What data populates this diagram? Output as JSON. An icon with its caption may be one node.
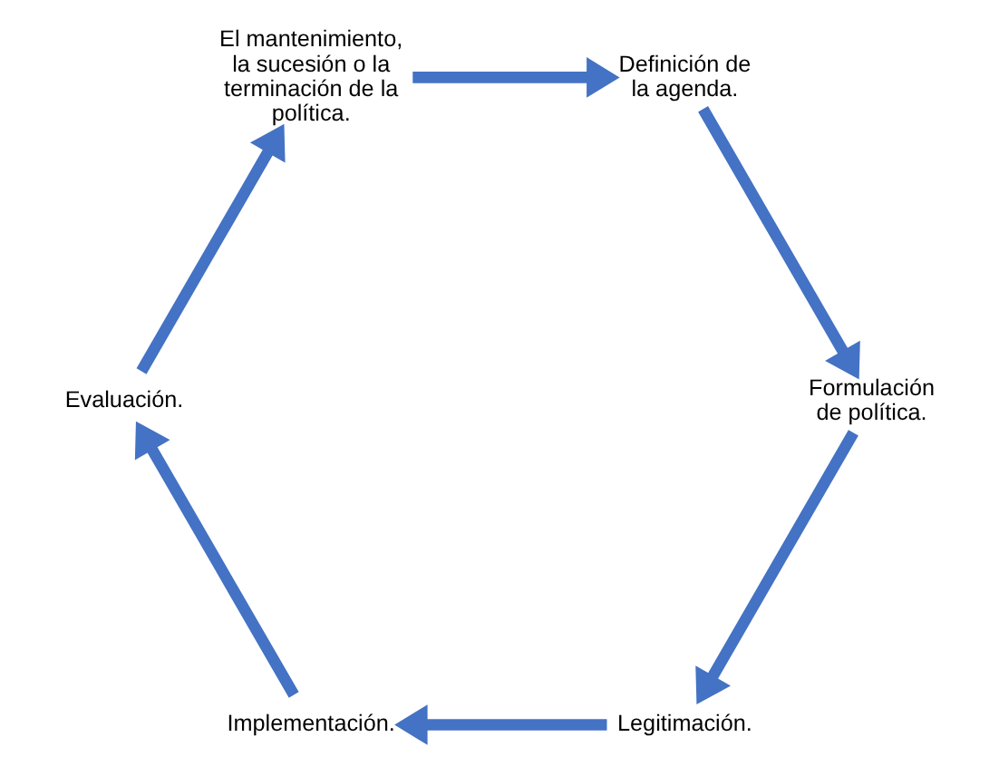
{
  "diagram": {
    "nodes": [
      {
        "text": [
          "El mantenimiento, la sucesión o la terminación de la política."
        ]
      },
      {
        "text": [
          "Definición de la agenda."
        ]
      },
      {
        "text": [
          "Formulación de política."
        ]
      },
      {
        "text": [
          "Legitimación."
        ]
      },
      {
        "text": [
          "Implementación."
        ]
      },
      {
        "text": [
          "Evaluación."
        ]
      }
    ],
    "edges": [
      {
        "from": 0,
        "to": 1,
        "arrow": "to"
      },
      {
        "from": 1,
        "to": 2,
        "arrow": "to"
      },
      {
        "from": 2,
        "to": 3,
        "arrow": "to"
      },
      {
        "from": 3,
        "to": 4,
        "arrow": "to"
      },
      {
        "from": 4,
        "to": 5,
        "arrow": "to"
      },
      {
        "from": 5,
        "to": 0,
        "arrow": "to"
      }
    ]
  }
}
